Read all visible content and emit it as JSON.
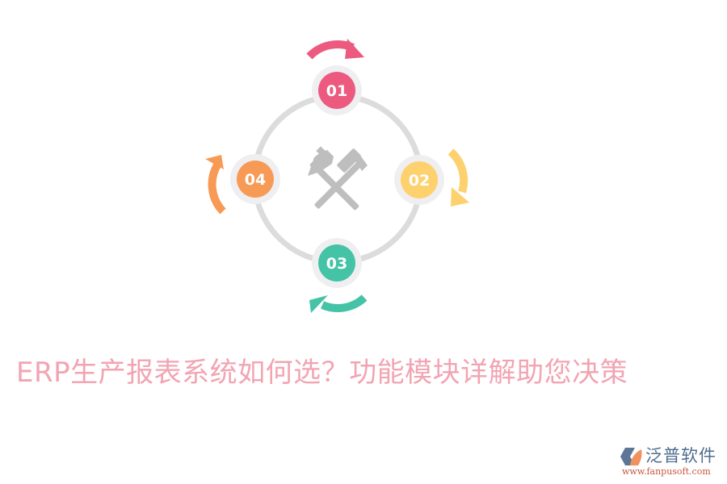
{
  "diagram": {
    "center_icon": "crossed-hammers-icon",
    "ring_color": "#dcdcdc",
    "node_halo_color": "#efeff1",
    "icon_color": "#bebebe",
    "nodes": [
      {
        "label": "01",
        "color": "#ec5a7f",
        "position": "top"
      },
      {
        "label": "02",
        "color": "#fdd16e",
        "position": "right"
      },
      {
        "label": "03",
        "color": "#45c3a7",
        "position": "bottom"
      },
      {
        "label": "04",
        "color": "#f79a55",
        "position": "left"
      }
    ],
    "arrows": [
      {
        "color": "#ec5a7f",
        "direction": "clockwise",
        "position": "top"
      },
      {
        "color": "#fdd16e",
        "direction": "clockwise",
        "position": "right"
      },
      {
        "color": "#45c3a7",
        "direction": "clockwise",
        "position": "bottom"
      },
      {
        "color": "#f79a55",
        "direction": "clockwise",
        "position": "left"
      }
    ]
  },
  "title": {
    "text": "ERP生产报表系统如何选？功能模块详解助您决策",
    "color": "#f2a4b2"
  },
  "logo": {
    "name": "泛普软件",
    "url": "www.fanpusoft.com",
    "name_color": "#4f6c8e",
    "url_color": "#c8553d",
    "icon_colors": [
      "#5d7597",
      "#f0915e"
    ]
  }
}
